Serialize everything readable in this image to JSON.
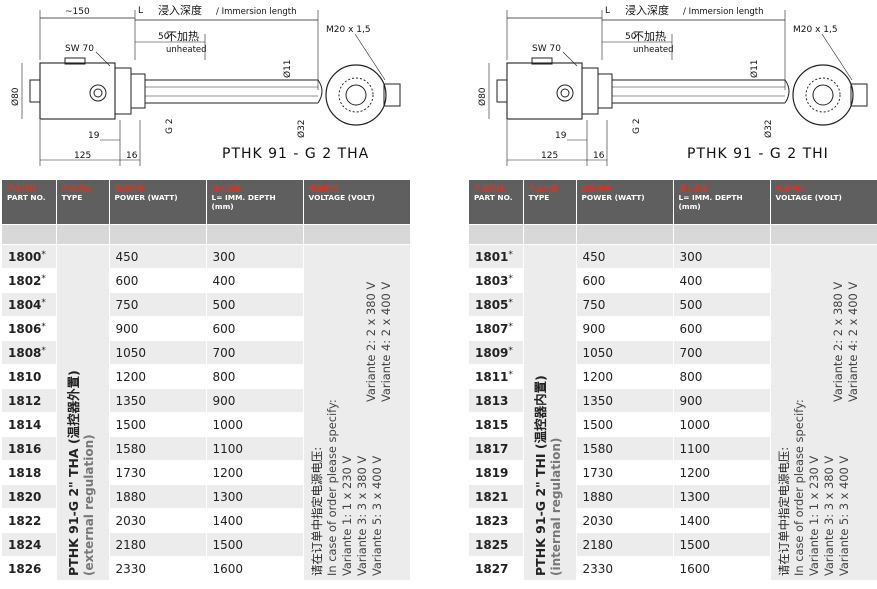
{
  "panels": [
    {
      "model_title": "PTHK  91 - G 2  THA",
      "drawing": {
        "dim_150": "~150",
        "dim_L": "L",
        "immersion_cn": "浸入深度",
        "immersion_en": "/ Immersion length",
        "sw": "SW 70",
        "dim_50": "50",
        "unheated_cn": "不加热",
        "unheated_en": "unheated",
        "m20": "M20 x 1,5",
        "d80": "Ø80",
        "d11": "Ø11",
        "g2": "G 2",
        "d32": "Ø32",
        "dim_19": "19",
        "dim_125": "125",
        "dim_16": "16"
      },
      "headers": {
        "part_cn": "产品代码",
        "part_en": "PART NO.",
        "type_cn": "产品代码",
        "type_en": "TYPE",
        "power_cn": "加热功率",
        "power_en": "POWER (WATT)",
        "depth_cn": "浸入深度",
        "depth_en": "L= IMM. DEPTH (mm)",
        "volt_cn": "电源电压",
        "volt_en": "VOLTAGE (VOLT)"
      },
      "type_label": "PTHK 91-G 2\" THA (温控器外置)",
      "type_sub": "(external regulation)",
      "voltage_lines": [
        "请在订单中指定电源电压:",
        "In case of order please specify:",
        "Variante 1: 1 x 230 V",
        "Variante 2: 2 x 380 V",
        "Variante 3: 3 x 380 V",
        "Variante 4: 2 x 400 V",
        "Variante 5: 3 x 400 V"
      ],
      "rows": [
        {
          "part": "1800",
          "star": "*",
          "power": "450",
          "depth": "300"
        },
        {
          "part": "1802",
          "star": "*",
          "power": "600",
          "depth": "400"
        },
        {
          "part": "1804",
          "star": "*",
          "power": "750",
          "depth": "500"
        },
        {
          "part": "1806",
          "star": "*",
          "power": "900",
          "depth": "600"
        },
        {
          "part": "1808",
          "star": "*",
          "power": "1050",
          "depth": "700"
        },
        {
          "part": "1810",
          "star": "",
          "power": "1200",
          "depth": "800"
        },
        {
          "part": "1812",
          "star": "",
          "power": "1350",
          "depth": "900"
        },
        {
          "part": "1814",
          "star": "",
          "power": "1500",
          "depth": "1000"
        },
        {
          "part": "1816",
          "star": "",
          "power": "1580",
          "depth": "1100"
        },
        {
          "part": "1818",
          "star": "",
          "power": "1730",
          "depth": "1200"
        },
        {
          "part": "1820",
          "star": "",
          "power": "1880",
          "depth": "1300"
        },
        {
          "part": "1822",
          "star": "",
          "power": "2030",
          "depth": "1400"
        },
        {
          "part": "1824",
          "star": "",
          "power": "2180",
          "depth": "1500"
        },
        {
          "part": "1826",
          "star": "",
          "power": "2330",
          "depth": "1600"
        }
      ]
    },
    {
      "model_title": "PTHK  91 - G 2  THI",
      "drawing": {
        "dim_150": "",
        "dim_L": "L",
        "immersion_cn": "浸入深度",
        "immersion_en": "/ Immersion length",
        "sw": "SW 70",
        "dim_50": "50",
        "unheated_cn": "不加热",
        "unheated_en": "unheated",
        "m20": "M20 x 1,5",
        "d80": "Ø80",
        "d11": "Ø11",
        "g2": "G 2",
        "d32": "Ø32",
        "dim_19": "19",
        "dim_125": "125",
        "dim_16": "16"
      },
      "headers": {
        "part_cn": "产品代码",
        "part_en": "PART NO.",
        "type_cn": "产品代码",
        "type_en": "TYPE",
        "power_cn": "加热功率",
        "power_en": "POWER (WATT)",
        "depth_cn": "浸入深度",
        "depth_en": "L= IMM. DEPTH (mm)",
        "volt_cn": "电源电压",
        "volt_en": "VOLTAGE (VOLT)"
      },
      "type_label": "PTHK 91-G 2\" THI (温控器内置)",
      "type_sub": "(internal regulation)",
      "voltage_lines": [
        "请在订单中指定电源电压:",
        "In case of order please specify:",
        "Variante 1: 1 x 230 V",
        "Variante 2: 2 x 380 V",
        "Variante 3: 3 x 380 V",
        "Variante 4: 2 x 400 V",
        "Variante 5: 3 x 400 V"
      ],
      "rows": [
        {
          "part": "1801",
          "star": "*",
          "power": "450",
          "depth": "300"
        },
        {
          "part": "1803",
          "star": "*",
          "power": "600",
          "depth": "400"
        },
        {
          "part": "1805",
          "star": "*",
          "power": "750",
          "depth": "500"
        },
        {
          "part": "1807",
          "star": "*",
          "power": "900",
          "depth": "600"
        },
        {
          "part": "1809",
          "star": "*",
          "power": "1050",
          "depth": "700"
        },
        {
          "part": "1811",
          "star": "*",
          "power": "1200",
          "depth": "800"
        },
        {
          "part": "1813",
          "star": "",
          "power": "1350",
          "depth": "900"
        },
        {
          "part": "1815",
          "star": "",
          "power": "1500",
          "depth": "1000"
        },
        {
          "part": "1817",
          "star": "",
          "power": "1580",
          "depth": "1100"
        },
        {
          "part": "1819",
          "star": "",
          "power": "1730",
          "depth": "1200"
        },
        {
          "part": "1821",
          "star": "",
          "power": "1880",
          "depth": "1300"
        },
        {
          "part": "1823",
          "star": "",
          "power": "2030",
          "depth": "1400"
        },
        {
          "part": "1825",
          "star": "",
          "power": "2180",
          "depth": "1500"
        },
        {
          "part": "1827",
          "star": "",
          "power": "2330",
          "depth": "1600"
        }
      ]
    }
  ]
}
